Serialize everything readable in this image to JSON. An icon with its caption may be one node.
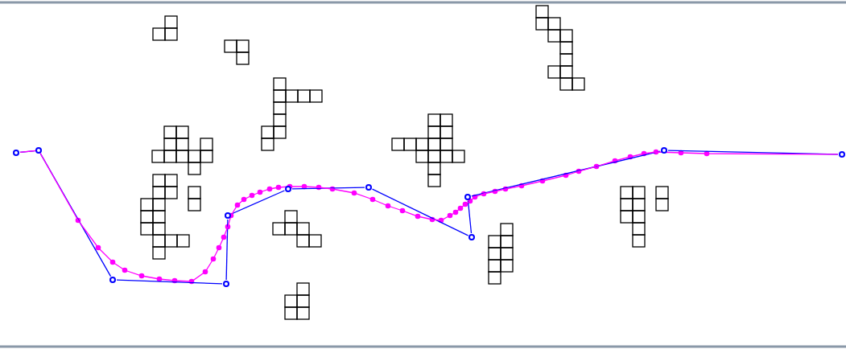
{
  "diagram": {
    "nodes": [
      {
        "text": [],
        "shape": "circle"
      },
      {
        "text": [],
        "shape": "circle"
      },
      {
        "text": [],
        "shape": "circle"
      },
      {
        "text": [],
        "shape": "circle"
      },
      {
        "text": [],
        "shape": "circle"
      },
      {
        "text": [],
        "shape": "circle"
      },
      {
        "text": [],
        "shape": "circle"
      },
      {
        "text": [],
        "shape": "circle"
      },
      {
        "text": [],
        "shape": "circle"
      },
      {
        "text": [],
        "shape": "circle"
      },
      {
        "text": [],
        "shape": "circle"
      }
    ],
    "edges": [
      {
        "from": 0,
        "to": 1,
        "arrow": "none"
      },
      {
        "from": 1,
        "to": 2,
        "arrow": "none"
      },
      {
        "from": 2,
        "to": 3,
        "arrow": "none"
      },
      {
        "from": 3,
        "to": 4,
        "arrow": "none"
      },
      {
        "from": 4,
        "to": 5,
        "arrow": "none"
      },
      {
        "from": 5,
        "to": 6,
        "arrow": "none"
      },
      {
        "from": 6,
        "to": 7,
        "arrow": "none"
      },
      {
        "from": 7,
        "to": 8,
        "arrow": "none"
      },
      {
        "from": 8,
        "to": 9,
        "arrow": "none"
      },
      {
        "from": 9,
        "to": 10,
        "arrow": "none"
      },
      {
        "from": 0,
        "to": 10,
        "arrow": "none",
        "color": "#ff00ff"
      }
    ]
  }
}
